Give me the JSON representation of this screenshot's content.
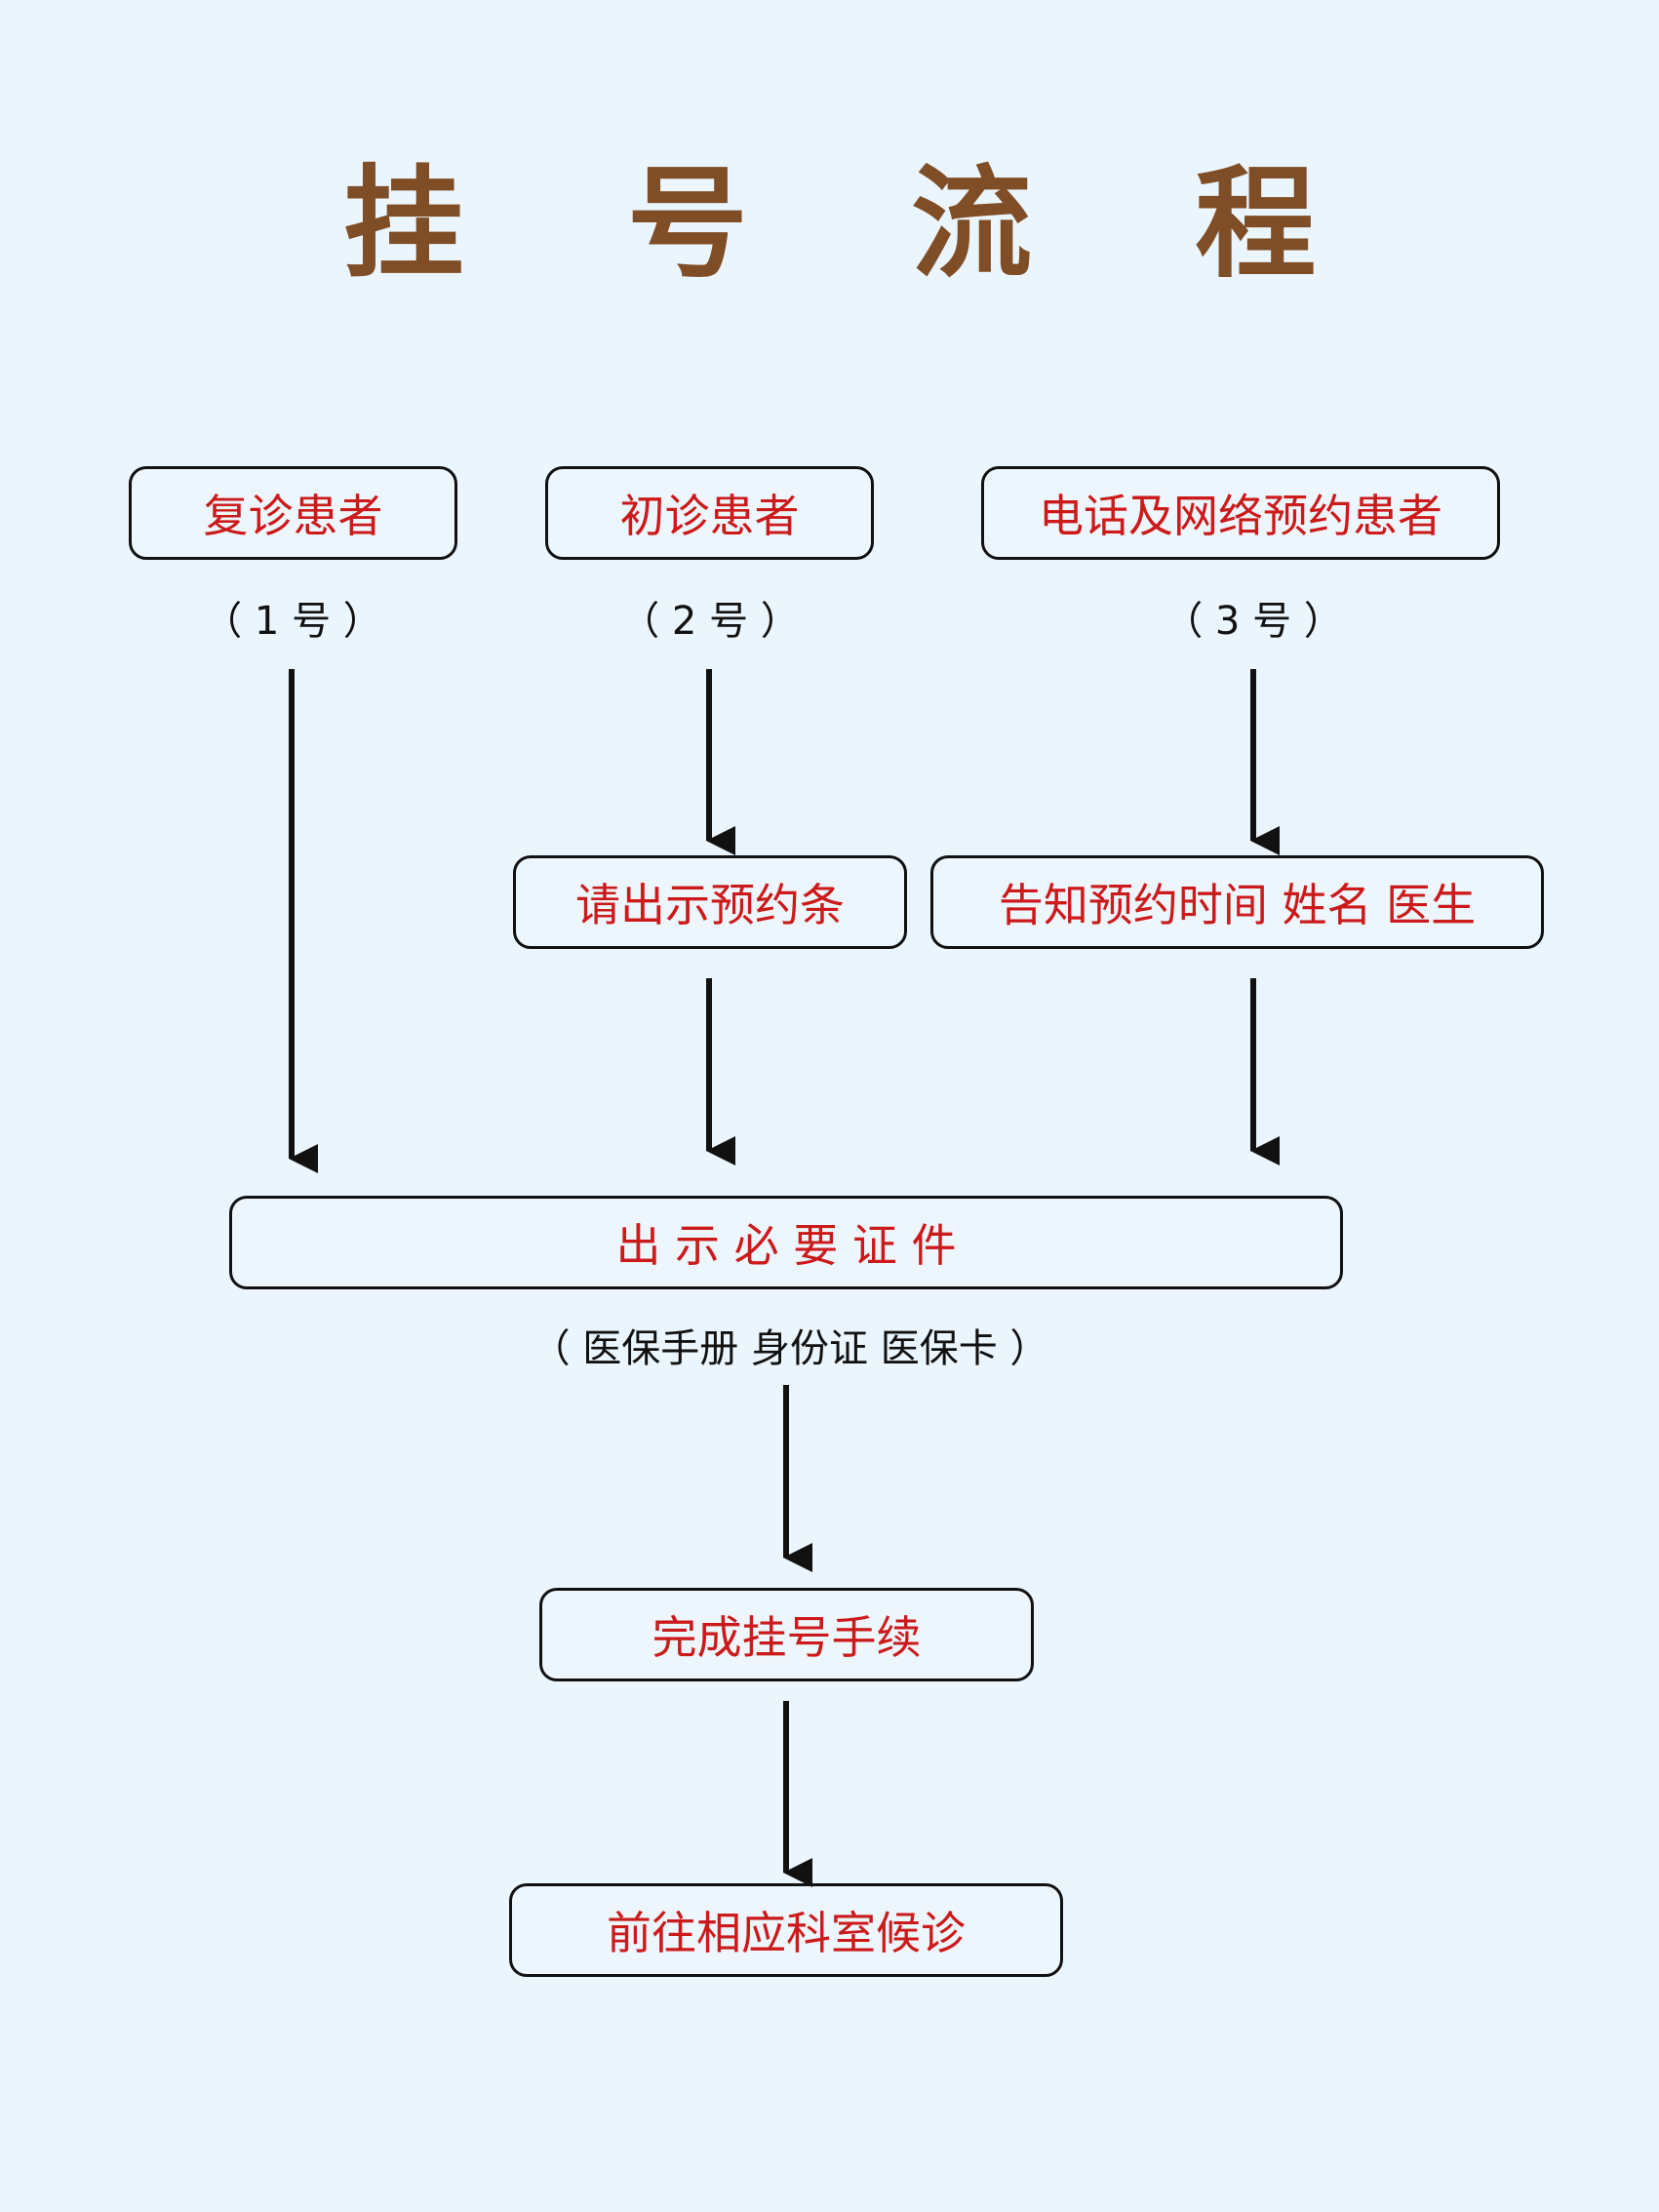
{
  "title": "挂 号 流 程",
  "colors": {
    "background": "#ebf5fd",
    "title": "#7f4d26",
    "box_text": "#cc1a1a",
    "box_border": "#111111",
    "arrow": "#111111"
  },
  "nodes": {
    "return_patient": "复诊患者",
    "first_visit_patient": "初诊患者",
    "phone_online_appointment": "电话及网络预约患者",
    "show_appointment_slip": "请出示预约条",
    "inform_appointment_info": "告知预约时间 姓名 医生",
    "show_documents": "出 示 必 要 证 件",
    "complete_registration": "完成挂号手续",
    "go_to_department": "前往相应科室候诊"
  },
  "notes": {
    "window_1": "（ 1 号 ）",
    "window_2": "（ 2 号 ）",
    "window_3": "（ 3 号 ）",
    "documents_list": "（ 医保手册  身份证 医保卡 ）"
  }
}
